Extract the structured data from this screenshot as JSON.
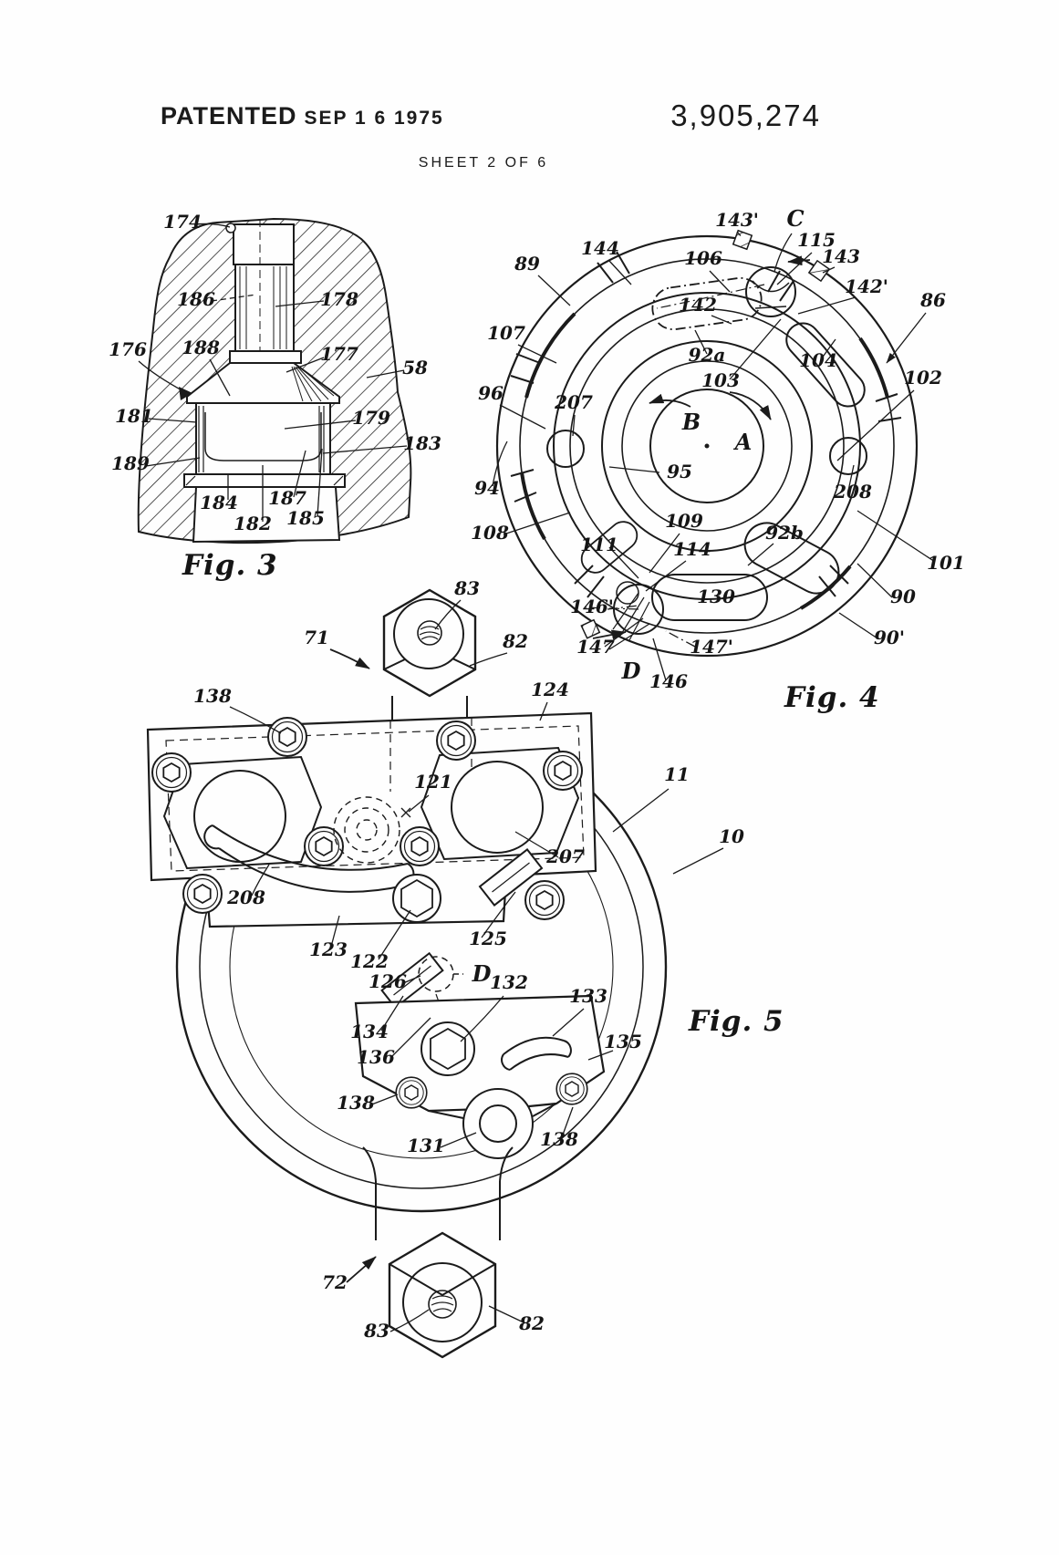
{
  "header": {
    "patented": "PATENTED",
    "date": "SEP 1 6 1975",
    "patent_number": "3,905,274",
    "sheet": "SHEET 2 OF 6"
  },
  "colors": {
    "ink": "#1b1b1b",
    "paper": "#fefefe"
  },
  "fig3": {
    "caption": "Fig. 3",
    "labels": {
      "l174": "174",
      "l186": "186",
      "l178": "178",
      "l176": "176",
      "l188": "188",
      "l177": "177",
      "l58": "58",
      "l181": "181",
      "l179": "179",
      "l189": "189",
      "l183": "183",
      "l184": "184",
      "l187": "187",
      "l182": "182",
      "l185": "185"
    }
  },
  "fig4": {
    "caption": "Fig. 4",
    "labels": {
      "l89": "89",
      "l144": "144",
      "l143p": "143'",
      "lC": "C",
      "l115": "115",
      "l143": "143",
      "l106": "106",
      "l142": "142",
      "l142p": "142'",
      "l86": "86",
      "l107": "107",
      "l92a": "92a",
      "l103": "103",
      "l104": "104",
      "l102": "102",
      "l96": "96",
      "l207": "207",
      "lB": "B",
      "lA": "A",
      "l94": "94",
      "l95": "95",
      "l208": "208",
      "l108": "108",
      "l111": "111",
      "l109": "109",
      "l114": "114",
      "l92b": "92b",
      "l101": "101",
      "l130": "130",
      "l146p": "146'",
      "l90": "90",
      "l147": "147",
      "l147p": "147'",
      "l90p": "90'",
      "lD": "D",
      "l146": "146"
    }
  },
  "fig5": {
    "caption": "Fig. 5",
    "labels": {
      "l83t": "83",
      "l71": "71",
      "l82t": "82",
      "l124": "124",
      "l138t": "138",
      "l121": "121",
      "l11": "11",
      "l207": "207",
      "l10": "10",
      "l208": "208",
      "l123": "123",
      "l122": "122",
      "l126": "126",
      "l125": "125",
      "lD": "D",
      "l132": "132",
      "l133": "133",
      "l134": "134",
      "l135": "135",
      "l136": "136",
      "l138l": "138",
      "l131": "131",
      "l138r": "138",
      "l72": "72",
      "l83b": "83",
      "l82b": "82"
    }
  }
}
